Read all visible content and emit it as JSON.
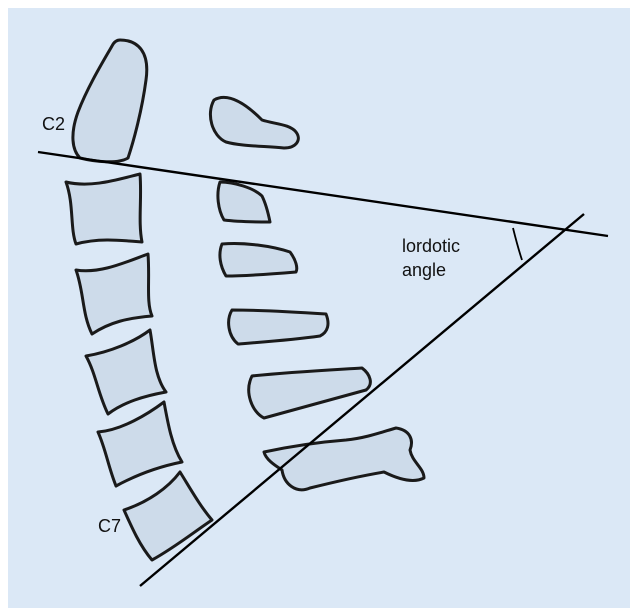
{
  "figure": {
    "panel_color": "#dbe8f6",
    "bone_fill": "#cddbea",
    "outline_color": "#1a1a1a",
    "labels": {
      "top_vertebra": "C2",
      "bottom_vertebra": "C7",
      "angle_line1": "lordotic",
      "angle_line2": "angle"
    }
  }
}
